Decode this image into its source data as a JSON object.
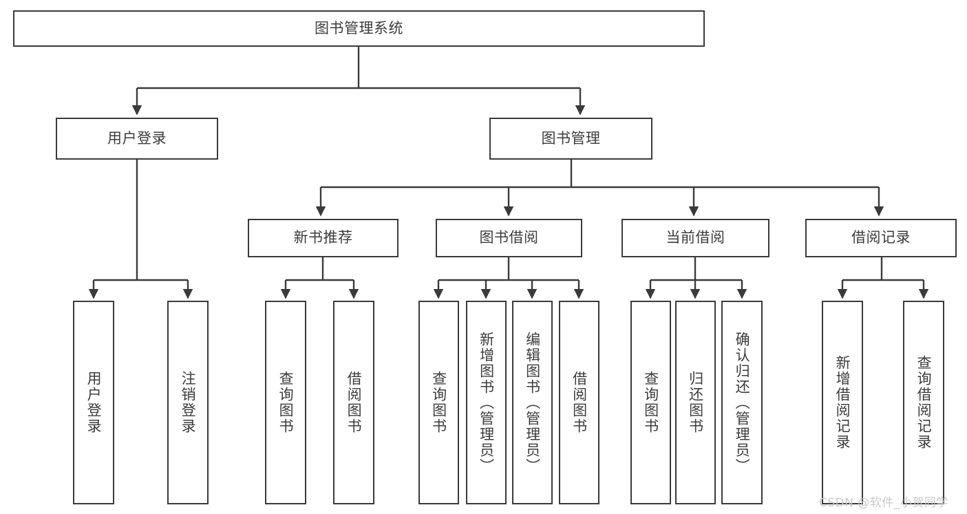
{
  "diagram": {
    "type": "tree",
    "title_node": {
      "label": "图书管理系统"
    },
    "level2": [
      {
        "label": "用户登录"
      },
      {
        "label": "图书管理"
      }
    ],
    "level3": [
      {
        "label": "新书推荐"
      },
      {
        "label": "图书借阅"
      },
      {
        "label": "当前借阅"
      },
      {
        "label": "借阅记录"
      }
    ],
    "leaves": {
      "user_login": [
        {
          "label": "用户登录"
        },
        {
          "label": "注销登录"
        }
      ],
      "new_book": [
        {
          "label": "查询图书"
        },
        {
          "label": "借阅图书"
        }
      ],
      "book_borrow": [
        {
          "label": "查询图书"
        },
        {
          "label": "新增图书（管理员）"
        },
        {
          "label": "编辑图书（管理员）"
        },
        {
          "label": "借阅图书"
        }
      ],
      "current_borrow": [
        {
          "label": "查询图书"
        },
        {
          "label": "归还图书"
        },
        {
          "label": "确认归还（管理员）"
        }
      ],
      "borrow_record": [
        {
          "label": "新增借阅记录"
        },
        {
          "label": "查询借阅记录"
        }
      ]
    }
  },
  "watermark": {
    "text": "CSDN @软件_小贺同学"
  },
  "colors": {
    "border": "#3a3a3a",
    "text": "#3c3c3c",
    "background": "#ffffff",
    "watermark": "#c9c9c9"
  }
}
